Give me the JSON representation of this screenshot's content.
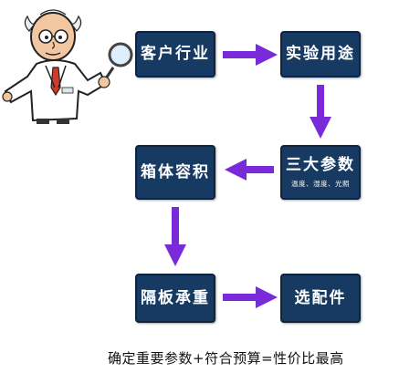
{
  "colors": {
    "box_fill": "#173a63",
    "arrow": "#7a2bd9",
    "text": "#ffffff"
  },
  "steps": {
    "customer": {
      "label": "客户行业"
    },
    "usage": {
      "label": "实验用途"
    },
    "params": {
      "label": "三大参数",
      "sub": "温度、湿度、光照"
    },
    "volume": {
      "label": "箱体容积"
    },
    "shelf": {
      "label": "隔板承重"
    },
    "parts": {
      "label": "选配件"
    }
  },
  "caption": "确定重要参数+符合预算=性价比最高",
  "illustration": {
    "icon": "scientist-with-magnifier-icon",
    "badge_text": ""
  }
}
